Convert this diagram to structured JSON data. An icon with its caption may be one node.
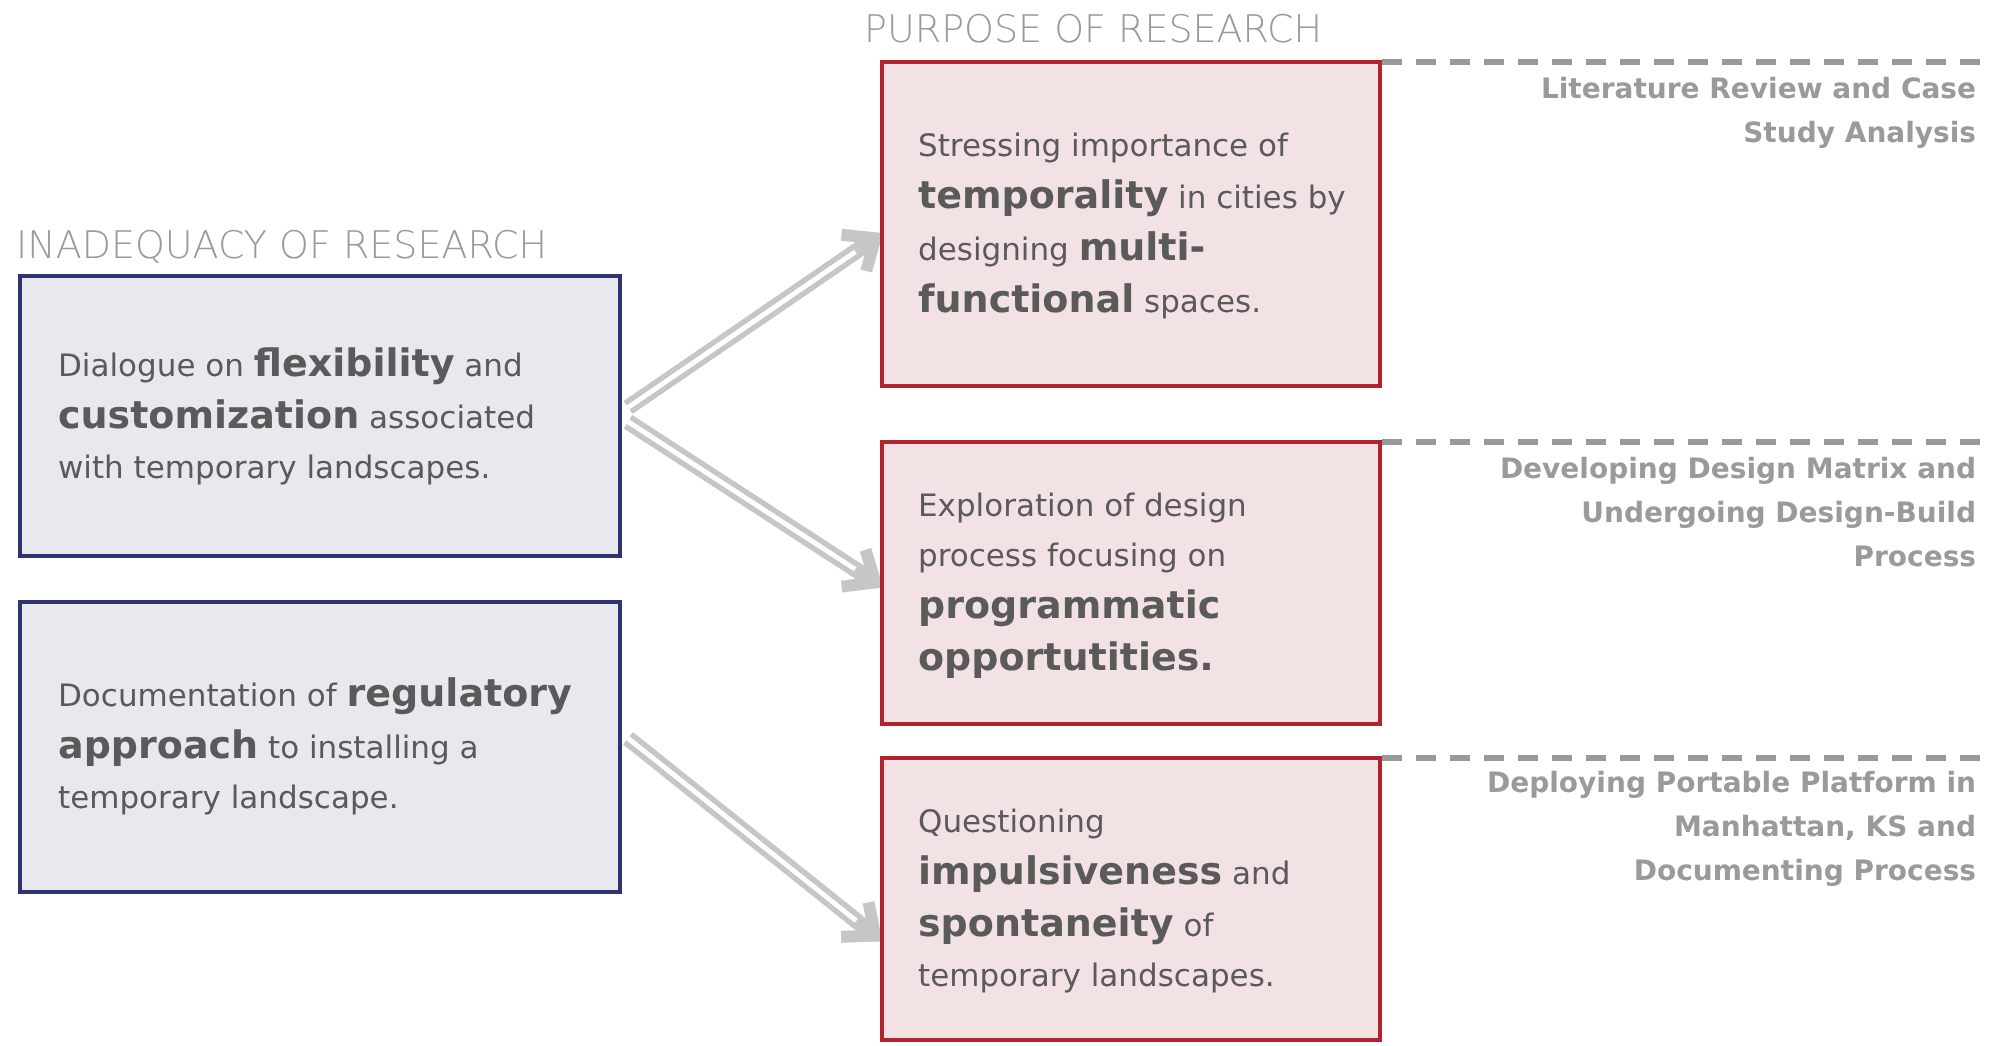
{
  "diagram": {
    "nodes": [
      {
        "text": [
          "Dialogue on **flexibility** and **customization** associated with temporary landscapes."
        ]
      },
      {
        "text": [
          "Documentation of **regulatory approach** to installing a temporary landscape."
        ]
      },
      {
        "text": [
          "Stressing importance of **temporality** in cities by designing **multi-functional** spaces."
        ]
      },
      {
        "text": [
          "Exploration of design process focusing on **programmatic opportutities.**"
        ]
      },
      {
        "text": [
          "Questioning **impulsiveness** and **spontaneity** of temporary landscapes."
        ]
      }
    ],
    "edges": [
      {
        "from": 0,
        "to": 2,
        "arrow": "to"
      },
      {
        "from": 0,
        "to": 3,
        "arrow": "to"
      },
      {
        "from": 1,
        "to": 4,
        "arrow": "to"
      }
    ],
    "labels": [
      "PURPOSE OF RESEARCH",
      "Literature Review and Case Study Analysis",
      "INADEQUACY OF RESEARCH",
      "Developing Design Matrix and Undergoing Design-Build Process",
      "Deploying Portable Platform in Manhattan, KS and Documenting Process"
    ]
  }
}
